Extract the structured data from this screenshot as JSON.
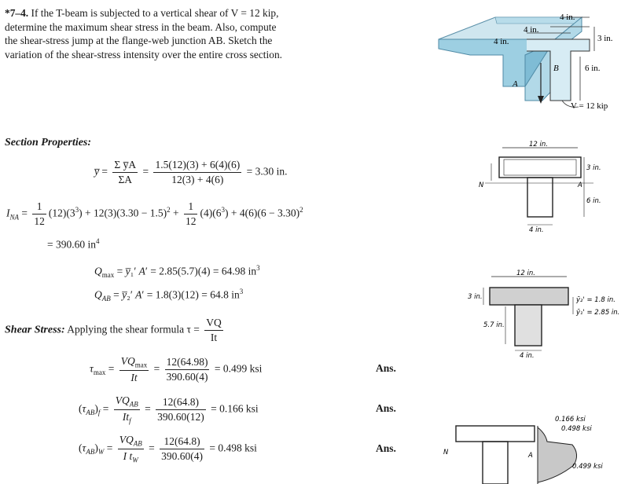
{
  "problem": {
    "number": "*7–4.",
    "text": "If the T-beam is subjected to a vertical shear of V = 12 kip, determine the maximum shear stress in the beam. Also, compute the shear-stress jump at the flange-web junction AB. Sketch the variation of the shear-stress intensity over the entire cross section."
  },
  "figure": {
    "labels": {
      "top_width": "4 in.",
      "mid_left": "4 in.",
      "mid_right": "4 in.",
      "flange_depth": "3 in.",
      "web_depth": "6 in.",
      "point_a": "A",
      "point_b": "B",
      "shear": "V = 12 kip"
    }
  },
  "solution": {
    "section_heading": "Section Properties:",
    "ybar_eq_rhs": "= 3.30 in.",
    "ybar_num": "1.5(12)(3) + 6(4)(6)",
    "ybar_den": "12(3) + 4(6)",
    "ybar_sym_num": "Σ y̅A",
    "ybar_sym_den": "ΣA",
    "ina_lhs": "I",
    "ina_sub": "NA",
    "ina_part1": "(12)(3",
    "ina_part2": ") + 12(3)(3.30 − 1.5)",
    "ina_part3": "(4)(6",
    "ina_part4": ") + 4(6)(6 − 3.30)",
    "ina_result": "= 390.60 in",
    "qmax_eq": "= 2.85(5.7)(4) = 64.98 in",
    "qab_eq": "= 1.8(3)(12) = 64.8 in",
    "shear_heading": "Shear Stress:",
    "shear_text": "Applying the shear formula τ =",
    "shear_frac_n": "VQ",
    "shear_frac_d": "It",
    "tau_max_num": "12(64.98)",
    "tau_max_den": "390.60(4)",
    "tau_max_result": "= 0.499 ksi",
    "tau_f_num": "12(64.8)",
    "tau_f_den": "390.60(12)",
    "tau_f_result": "= 0.166 ksi",
    "tau_w_num": "12(64.8)",
    "tau_w_den": "390.60(4)",
    "tau_w_result": "= 0.498 ksi",
    "ans": "Ans."
  },
  "sketches": {
    "s1_top": "12 in.",
    "s1_right1": "3 in.",
    "s1_right2": "6 in.",
    "s1_bottom": "4 in.",
    "s1_a": "A",
    "s1_n": "N",
    "s2_top": "12 in.",
    "s2_left1": "3 in.",
    "s2_left2": "5.7 in.",
    "s2_bottom": "4 in.",
    "s2_y2": "ȳ₂' = 1.8 in.",
    "s2_y1": "ȳ₁' = 2.85 in.",
    "s3_v1": "0.166 ksi",
    "s3_v2": "0.498 ksi",
    "s3_v3": "0.499 ksi",
    "s3_a": "A",
    "s3_n": "N"
  }
}
